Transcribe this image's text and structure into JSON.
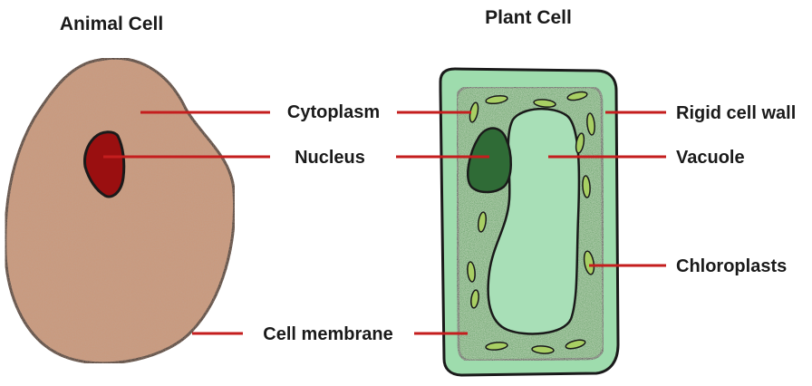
{
  "titles": {
    "animal": "Animal Cell",
    "plant": "Plant Cell"
  },
  "labels": {
    "cytoplasm": "Cytoplasm",
    "nucleus": "Nucleus",
    "cell_membrane": "Cell membrane",
    "rigid_cell_wall": "Rigid cell wall",
    "vacuole": "Vacuole",
    "chloroplasts": "Chloroplasts"
  },
  "colors": {
    "animal_cytoplasm": "#c9987a",
    "animal_nucleus": "#9a0f10",
    "plant_wall": "#9edcad",
    "plant_cytoplasm": "#4f9a52",
    "plant_vacuole": "#a8dfb7",
    "plant_nucleus": "#2f6b36",
    "chloroplast": "#a8cf63",
    "leader_line": "#c41e1e"
  }
}
